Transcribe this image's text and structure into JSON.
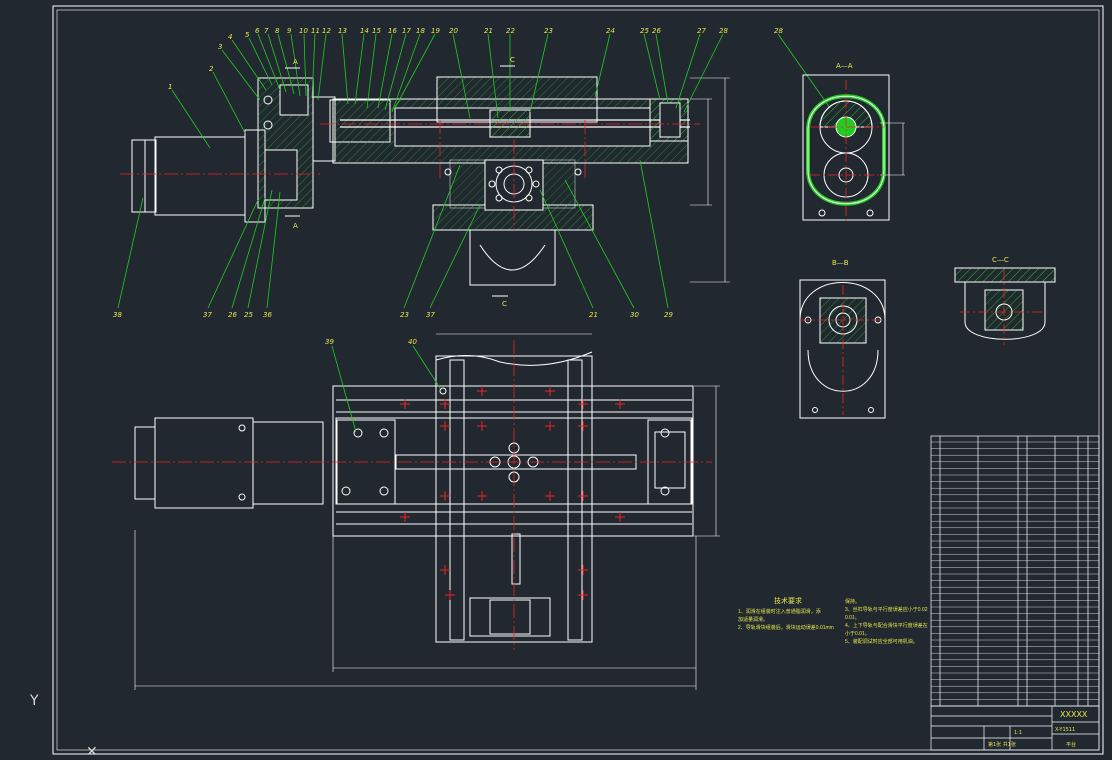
{
  "drawing": {
    "balloons_top": [
      "1",
      "2",
      "3",
      "4",
      "5",
      "6",
      "7",
      "8",
      "9",
      "10",
      "11",
      "12",
      "13",
      "14",
      "15",
      "16",
      "17",
      "18",
      "19",
      "20",
      "21",
      "22",
      "23",
      "24",
      "25",
      "26",
      "27",
      "28"
    ],
    "balloons_bottom": [
      "38",
      "37",
      "26",
      "25",
      "36",
      "23",
      "37",
      "21",
      "30",
      "29"
    ],
    "balloons_plan": [
      "39",
      "40"
    ],
    "section_aa": "A—A",
    "section_bb": "B—B",
    "section_cc": "C—C",
    "cut_mark_a": "A",
    "cut_mark_c": "C",
    "tech_title": "技术要求",
    "tech_lines": [
      "1、润滑在组装时注入普通脂润滑，添",
      "加适量润滑。",
      "2、导轨滑块组装后，滑块运动误差0.01mm"
    ],
    "tech_lines2": [
      "保持。",
      "3、丝杠导轨与平行度误差应小于0.02",
      "0.01。",
      "4、上下导轨与配合滑块平行度误差在",
      "小于0.01。",
      "5、装配调试时应全部可用机油。"
    ],
    "title_block": {
      "code": "XXXXX",
      "drawing_no": "X-Y1511",
      "scale": "1:1",
      "sheet": "第1张 共1张",
      "part": "平台"
    }
  },
  "colors": {
    "background": "#212830",
    "outline": "#ffffff",
    "leader": "#22cc22",
    "center": "#ee2222",
    "hatch": "#22cc22",
    "hidden": "#e6e64a"
  }
}
